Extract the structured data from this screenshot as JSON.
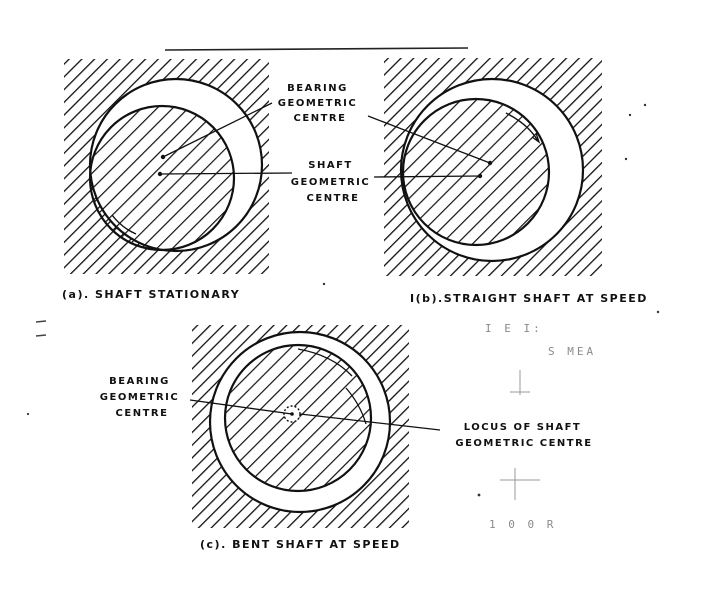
{
  "labels": {
    "bearing_centre_top": [
      "BEARING",
      "GEOMETRIC",
      "CENTRE"
    ],
    "shaft_centre_top": [
      "SHAFT",
      "GEOMETRIC",
      "CENTRE"
    ],
    "bearing_centre_bottom": [
      "BEARING",
      "GEOMETRIC",
      "CENTRE"
    ],
    "locus": [
      "LOCUS OF SHAFT",
      "GEOMETRIC CENTRE"
    ]
  },
  "captions": {
    "a": "(a). SHAFT STATIONARY",
    "b": "I(b).STRAIGHT SHAFT AT SPEED",
    "c": "(c). BENT SHAFT AT SPEED"
  },
  "faint_text": {
    "line1": "I   E    I:",
    "line2": "S  MEA",
    "line3": "1 0   0 R"
  }
}
